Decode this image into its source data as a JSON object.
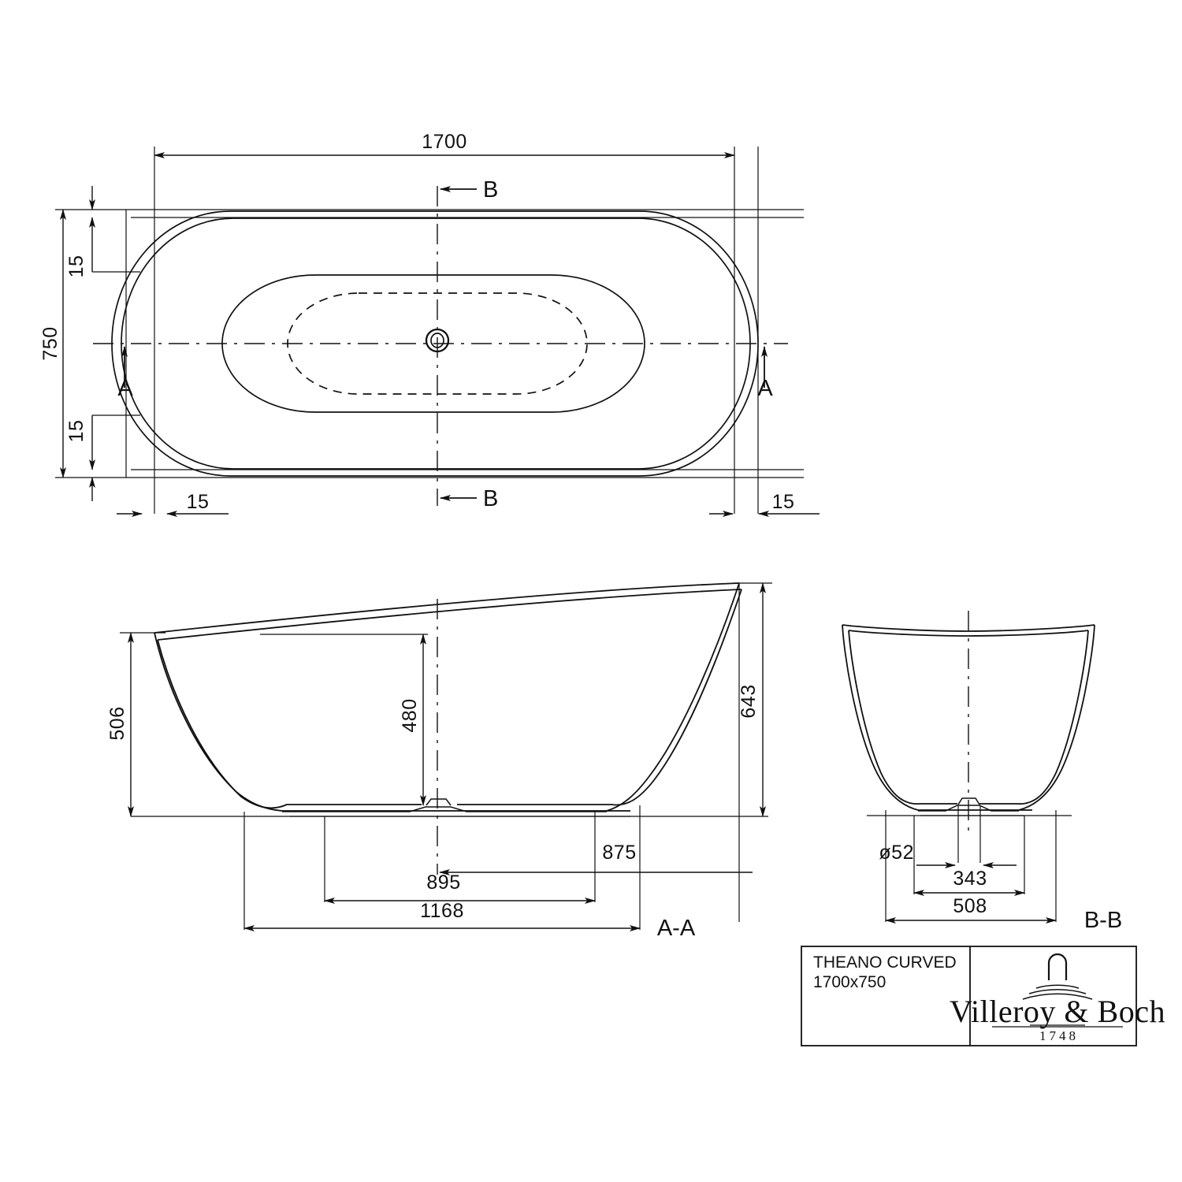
{
  "drawing": {
    "type": "technical-drawing",
    "product": "bathtub",
    "views": [
      "top-view",
      "section A-A",
      "section B-B"
    ]
  },
  "top_view": {
    "name": "top-view",
    "overall_length": "1700",
    "overall_width": "750",
    "rim_offset_top": "15",
    "rim_offset_bottom": "15",
    "rim_offset_left": "15",
    "rim_offset_right": "15",
    "section_mark_a_left": "A",
    "section_mark_a_right": "A",
    "section_mark_b_top": "B",
    "section_mark_b_bottom": "B"
  },
  "section_aa": {
    "name": "section-a-a",
    "label": "A-A",
    "height_low_end": "506",
    "height_high_end": "643",
    "inner_depth": "480",
    "dim_875": "875",
    "dim_895": "895",
    "dim_1168": "1168"
  },
  "section_bb": {
    "name": "section-b-b",
    "label": "B-B",
    "drain_diameter": "ø52",
    "foot_width": "343",
    "base_width": "508"
  },
  "title_block": {
    "product_name": "THEANO CURVED",
    "product_size": "1700x750",
    "brand": "Villeroy & Boch",
    "brand_year": "1748"
  },
  "chart_data": {
    "type": "table",
    "title": "THEANO CURVED 1700x750",
    "categories": [
      "overall length",
      "overall width",
      "rim offset",
      "height low end",
      "height high end",
      "inner depth",
      "drain diameter",
      "foot width",
      "base width",
      "dim 875",
      "dim 895",
      "dim 1168"
    ],
    "values": [
      1700,
      750,
      15,
      506,
      643,
      480,
      52,
      343,
      508,
      875,
      895,
      1168
    ]
  }
}
